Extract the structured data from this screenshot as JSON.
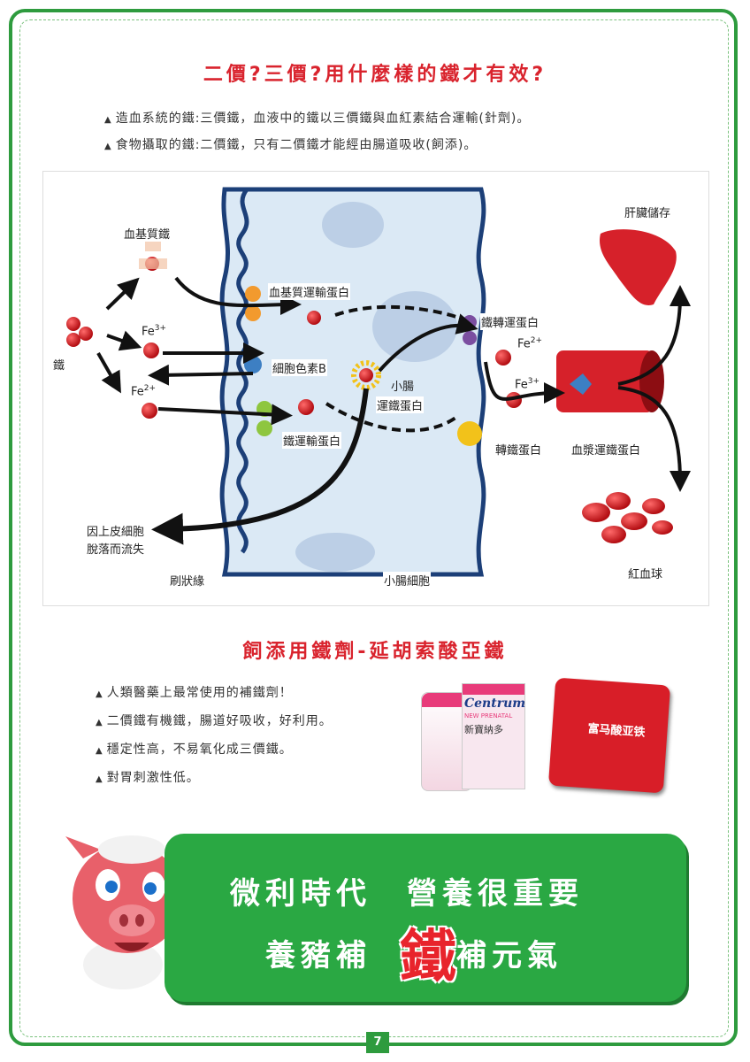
{
  "heading_top": "二價?三價?用什麼樣的鐵才有效?",
  "intro_bullets": [
    "造血系統的鐵:三價鐵，血液中的鐵以三價鐵與血紅素結合運輸(針劑)。",
    "食物攝取的鐵:二價鐵，只有二價鐵才能經由腸道吸收(飼添)。"
  ],
  "diagram": {
    "iron": "鐵",
    "heme_iron": "血基質鐵",
    "fe3": "Fe",
    "fe3_sup": "3+",
    "fe2": "Fe",
    "fe2_sup": "2+",
    "heme_transporter": "血基質運輸蛋白",
    "cytochrome_b": "細胞色素B",
    "iron_transporter": "鐵運輸蛋白",
    "small_intestine_ferritin_1": "小腸",
    "small_intestine_ferritin_2": "運鐵蛋白",
    "ferroportin": "鐵轉運蛋白",
    "fe2_right": "Fe",
    "fe2_right_sup": "2+",
    "fe3_right": "Fe",
    "fe3_right_sup": "3+",
    "hephaestin": "轉鐵蛋白",
    "plasma_transferrin": "血漿運鐵蛋白",
    "liver_storage": "肝臟儲存",
    "shedding_1": "因上皮細胞",
    "shedding_2": "脫落而流失",
    "brush_border": "刷狀緣",
    "enterocyte": "小腸細胞",
    "red_blood_cells": "紅血球"
  },
  "heading_mid": "飼添用鐵劑-延胡索酸亞鐵",
  "feature_bullets": [
    "人類醫藥上最常使用的補鐵劑！",
    "二價鐵有機鐵，腸道好吸收，好利用。",
    "穩定性高，不易氧化成三價鐵。",
    "對胃刺激性低。"
  ],
  "product_box": {
    "brand": "Centrum",
    "line": "NEW PRENATAL",
    "name": "新寶納多"
  },
  "product_bag": {
    "name": "富马酸亚铁"
  },
  "banner": {
    "line1": "微利時代　營養很重要",
    "line2_pre": "養豬補",
    "line2_big": "鐵",
    "line2_post": "補元氣"
  },
  "page_number": "7",
  "colors": {
    "accent_red": "#d9232d",
    "frame_green": "#2e9b3e",
    "banner_green": "#2aa843"
  }
}
